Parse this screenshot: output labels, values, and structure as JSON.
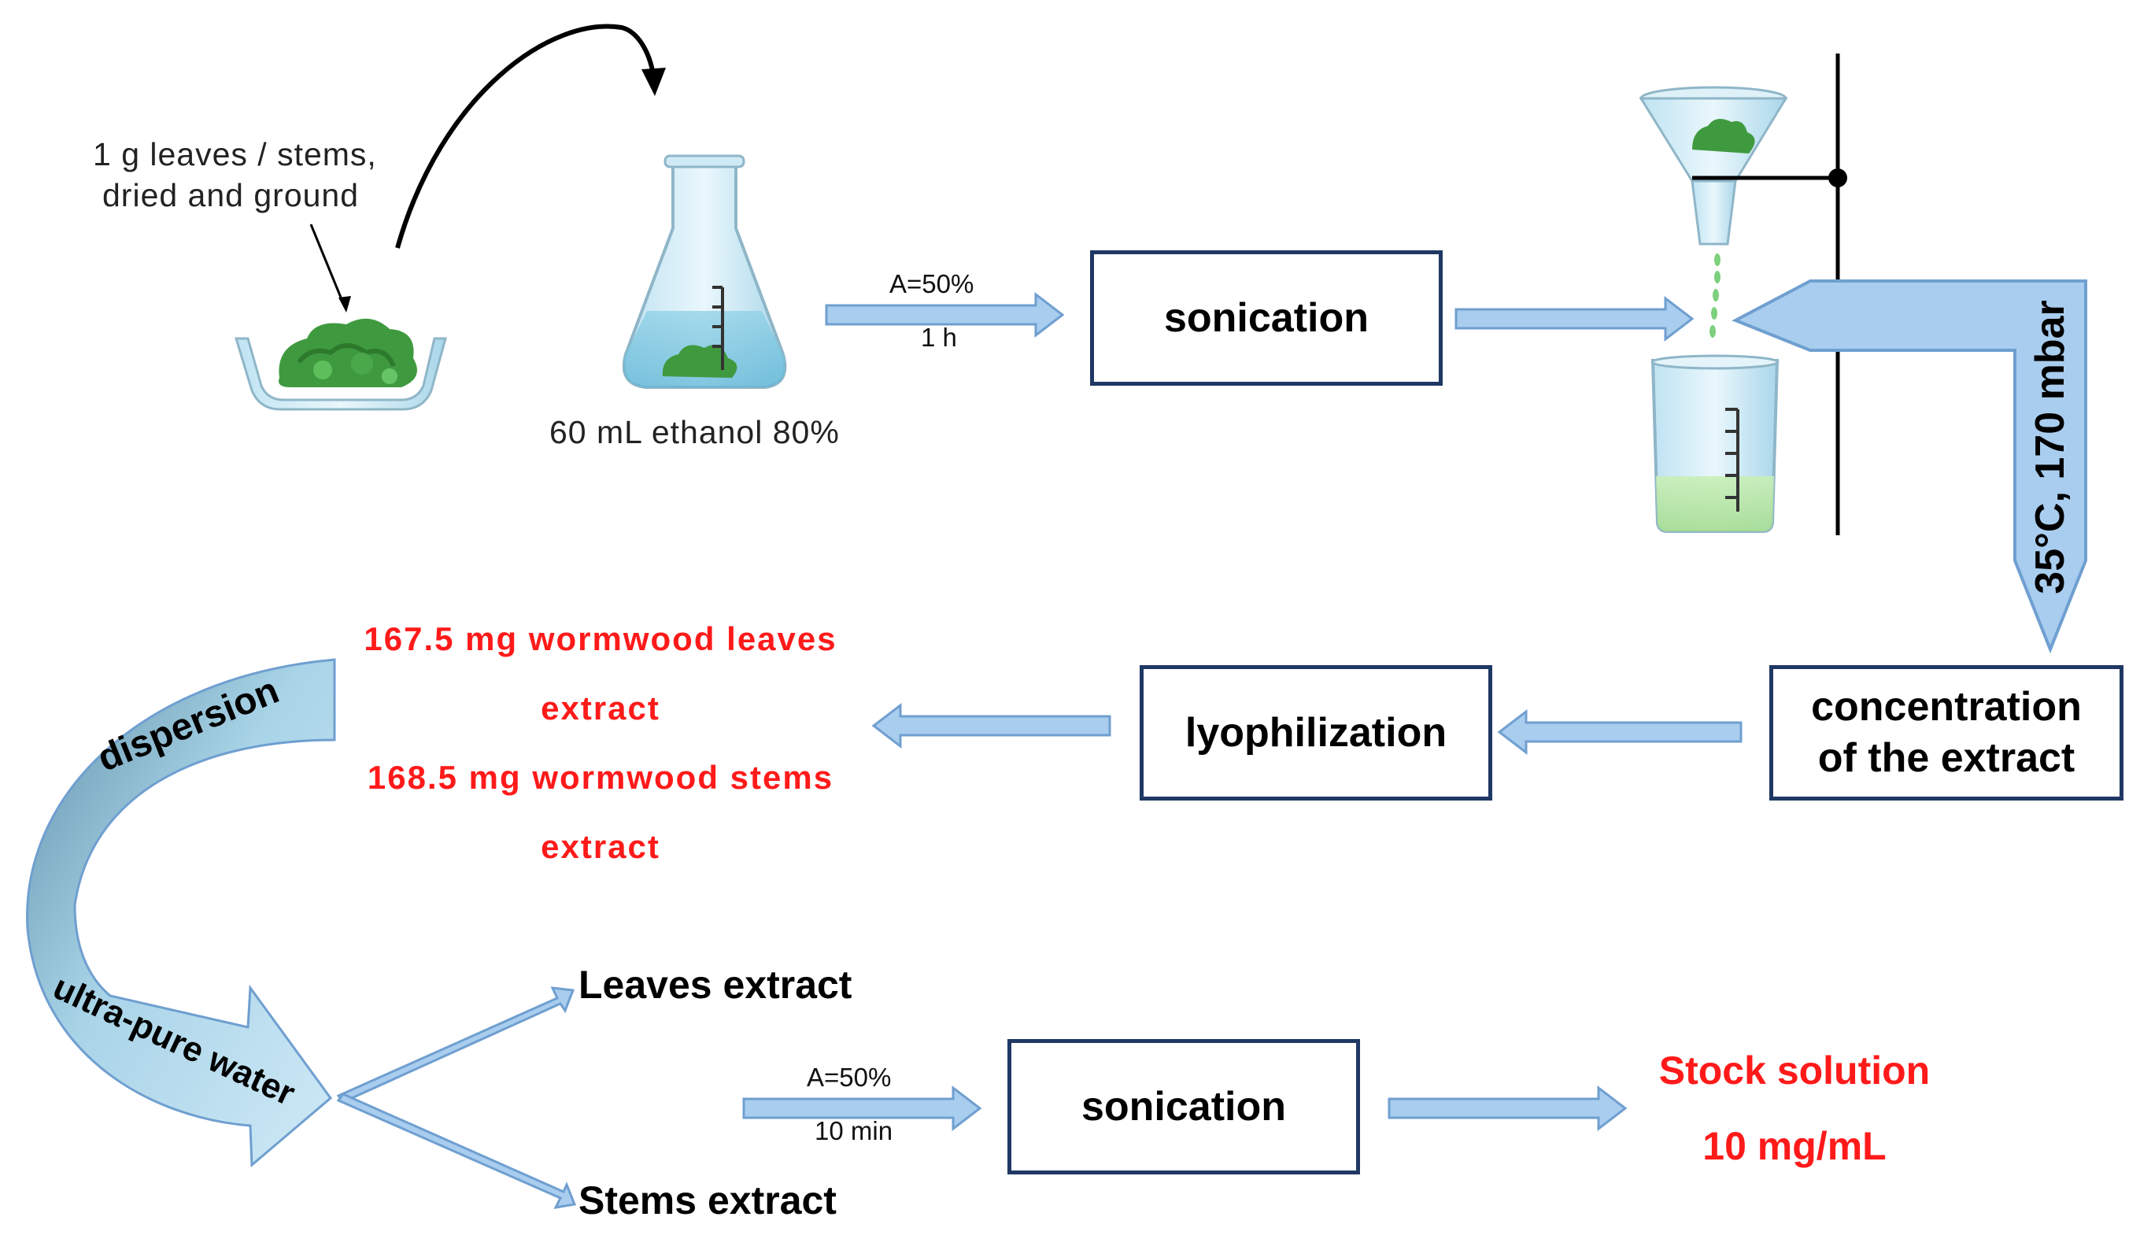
{
  "sample_label_line1": "1 g leaves / stems,",
  "sample_label_line2": "dried and ground",
  "solvent_label": "60 mL ethanol 80%",
  "step1": {
    "amplitude": "A=50%",
    "duration": "1 h",
    "process": "sonication"
  },
  "rotavap_condition": "35°C, 170 mbar",
  "concentration_line1": "concentration",
  "concentration_line2": "of the extract",
  "lyophilization": "lyophilization",
  "yield_leaves_line1": "167.5 mg wormwood leaves",
  "yield_leaves_line2": "extract",
  "yield_stems_line1": "168.5 mg wormwood stems",
  "yield_stems_line2": "extract",
  "dispersion": "dispersion",
  "ultrapure_water": "ultra-pure water",
  "leaves_extract": "Leaves extract",
  "stems_extract": "Stems extract",
  "step2": {
    "amplitude": "A=50%",
    "duration": "10 min",
    "process": "sonication"
  },
  "stock_line1": "Stock solution",
  "stock_line2": "10 mg/mL",
  "colors": {
    "arrow_fill": "#a9cdee",
    "arrow_stroke": "#6f9fd0",
    "box_border": "#1f3864",
    "highlight_red": "#ff1a1a",
    "plant_green": "#3f9a3f"
  }
}
